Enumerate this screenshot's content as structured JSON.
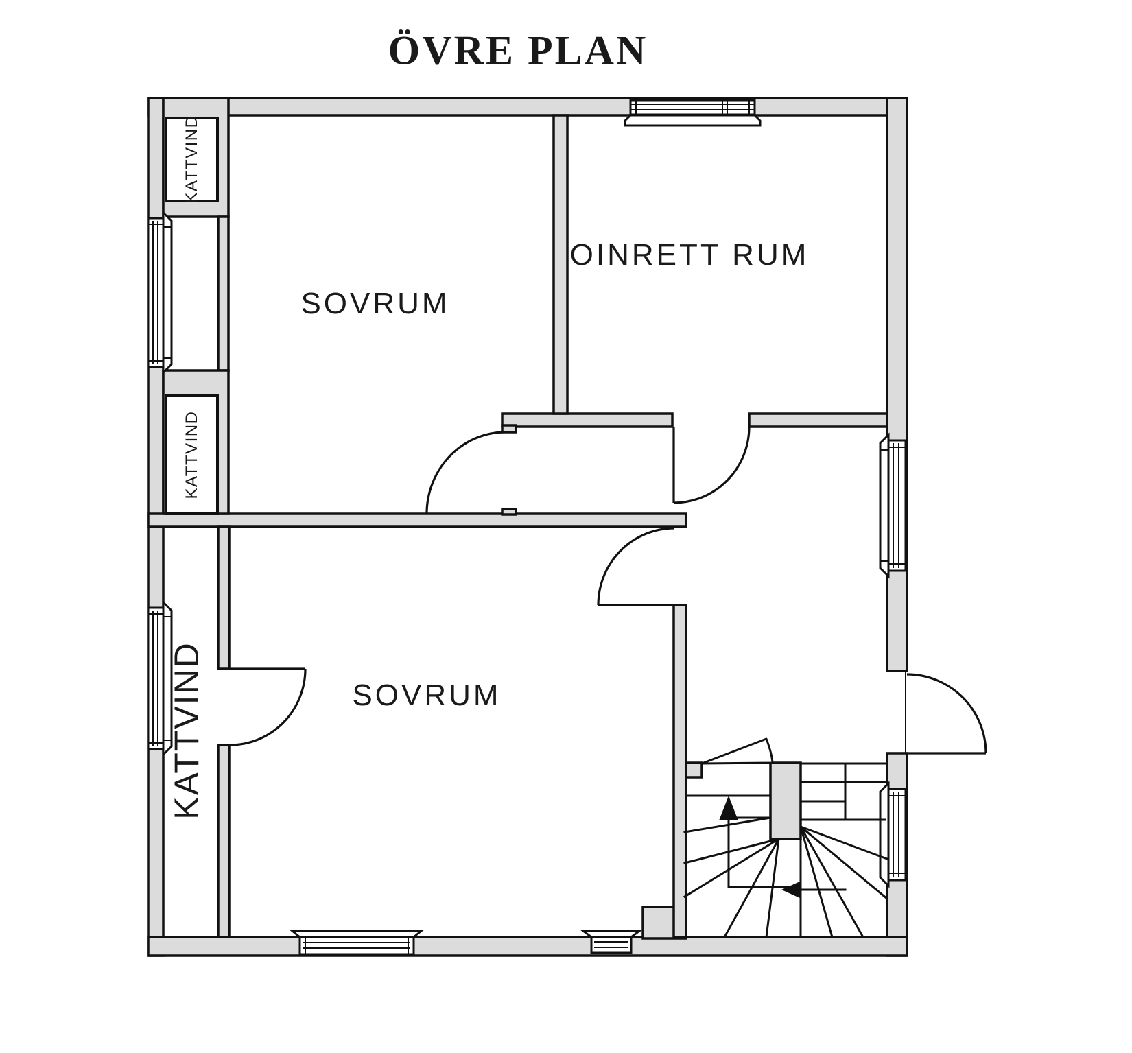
{
  "title": "ÖVRE PLAN",
  "floor_plan": {
    "rooms": [
      {
        "id": "sovrum-top",
        "label": "SOVRUM"
      },
      {
        "id": "oinrett-rum",
        "label": "OINRETT RUM"
      },
      {
        "id": "sovrum-bottom",
        "label": "SOVRUM"
      },
      {
        "id": "kattvind-top",
        "label": "KATTVIND"
      },
      {
        "id": "kattvind-middle",
        "label": "KATTVIND"
      },
      {
        "id": "kattvind-large",
        "label": "KATTVIND"
      }
    ],
    "stairs": {
      "up_icon": "up-arrow",
      "entry_icon": "left-arrow"
    }
  },
  "colors": {
    "wall_fill": "#dcdcdc",
    "line": "#111111",
    "background": "#ffffff",
    "text": "#1a1a1a"
  }
}
